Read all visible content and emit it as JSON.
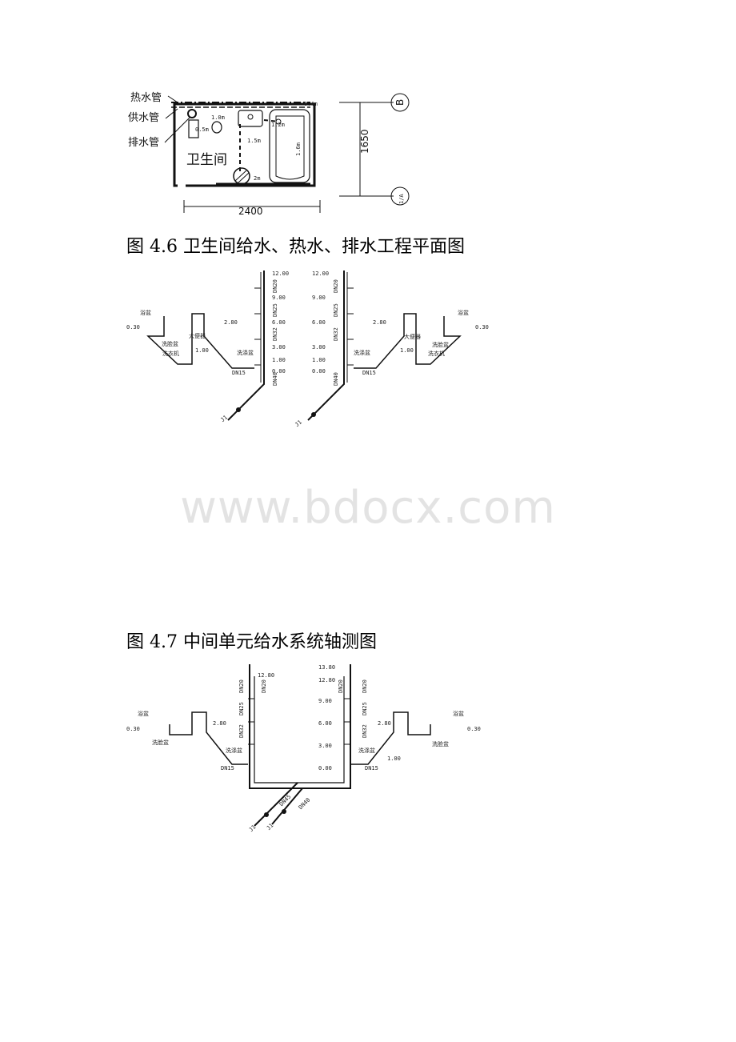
{
  "watermark": "www.bdocx.com",
  "figure1": {
    "caption": "图 4.6 卫生间给水、热水、排水工程平面图",
    "labels": {
      "hot_pipe": "热水管",
      "supply_pipe": "供水管",
      "drain_pipe": "排水管",
      "room": "卫生间"
    },
    "dims": {
      "width": "2400",
      "depth": "1650",
      "d04": "0.4m",
      "d10": "1.0m",
      "d05": "0.5m",
      "d12": "1.2m",
      "d15": "1.5m",
      "d16": "1.6m",
      "d2": "2m"
    },
    "axes": {
      "b": "B",
      "a": "1/A"
    }
  },
  "figure2": {
    "caption": "图 4.7 中间单元给水系统轴测图",
    "elevations": [
      "12.00",
      "9.00",
      "6.00",
      "3.00",
      "1.00",
      "0.00"
    ],
    "pipe_sizes": [
      "DN20",
      "DN25",
      "DN32",
      "DN40"
    ],
    "dn15": "DN15",
    "fixtures": {
      "bath": "浴盆",
      "toilet": "大便器",
      "basin": "洗脸盆",
      "washer": "洗衣机",
      "sink": "洗涤盆"
    },
    "side_elev": {
      "e030": "0.30",
      "e280": "2.80",
      "e100": "1.00"
    },
    "inlet": "J1"
  },
  "figure3": {
    "elevations_left": [
      "12.80"
    ],
    "elevations_mid": [
      "13.80",
      "12.80",
      "9.00",
      "6.00",
      "3.00",
      "0.00"
    ],
    "pipe_sizes": [
      "DN20",
      "DN25",
      "DN32"
    ],
    "dn15": "DN15",
    "fixtures": {
      "bath": "浴盆",
      "basin": "洗脸盆",
      "sink": "洗涤盆"
    },
    "side_elev": {
      "e030": "0.30",
      "e280": "2.80",
      "e100": "1.00"
    },
    "main_sizes": [
      "DN45",
      "DN40"
    ],
    "inlets": [
      "J1",
      "J1"
    ]
  }
}
